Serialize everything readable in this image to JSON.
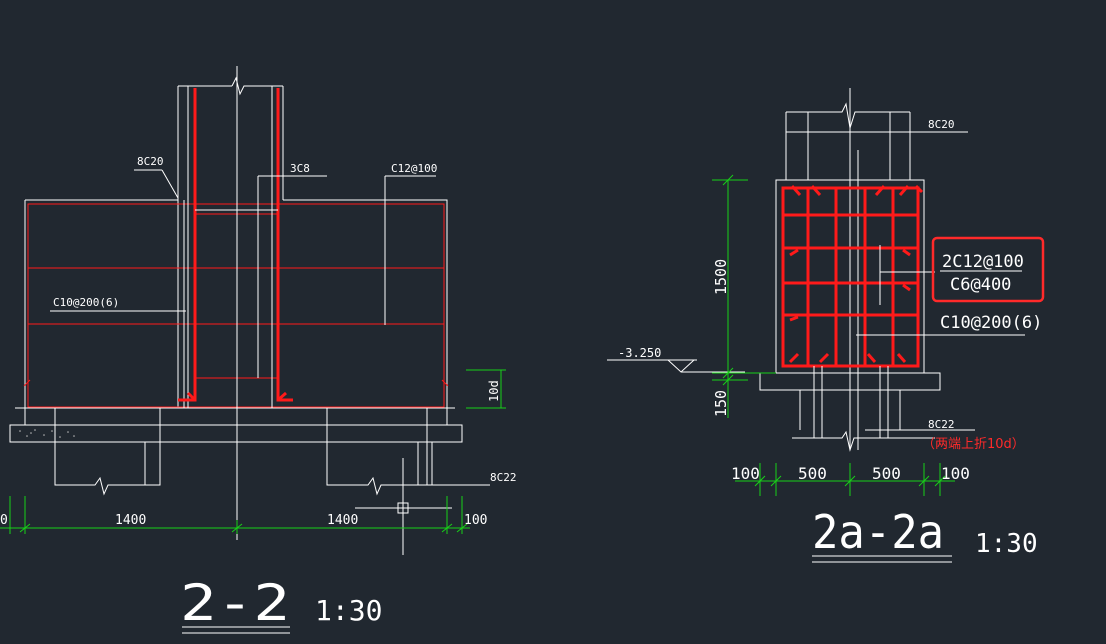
{
  "left": {
    "title": "2-2",
    "scale": "1:30",
    "labels": {
      "top_bars": "8C20",
      "stirrup": "3C8",
      "side_bars": "C12@100",
      "tie": "C10@200(6)",
      "bottom_bars": "8C22",
      "anchor": "10d"
    },
    "dims": {
      "left_edge": "0",
      "span_a": "1400",
      "span_b": "1400",
      "right_edge": "100"
    }
  },
  "right": {
    "title": "2a-2a",
    "scale": "1:30",
    "labels": {
      "top_bars": "8C20",
      "side_bars": "2C12@100",
      "stirrup_legs": "C6@400",
      "tie": "C10@200(6)",
      "bottom_bars": "8C22",
      "bottom_note": "（两端上折10d）",
      "elevation": "-3.250"
    },
    "dims": {
      "height": "1500",
      "cover": "150",
      "d1": "100",
      "d2": "500",
      "d3": "500",
      "d4": "100"
    },
    "highlight_color": "#ff2a2a"
  },
  "colors": {
    "background": "#212830",
    "line": "#ffffff",
    "rebar": "#ff1a1a",
    "dimension": "#18d018"
  }
}
